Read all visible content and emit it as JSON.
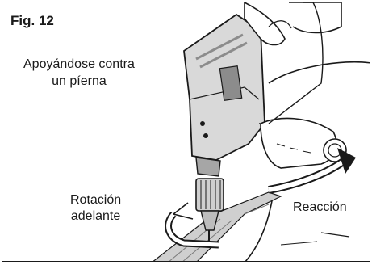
{
  "figure": {
    "title": "Fig. 12",
    "labels": {
      "support_line1": "Apoyándose contra",
      "support_line2": "un píerna",
      "rotation_line1": "Rotación",
      "rotation_line2": "adelante",
      "reaction": "Reacción"
    },
    "illustration": {
      "subject": "hammer drill held against leg",
      "colors": {
        "ink": "#1a1a1a",
        "drill_body": "#d9d9d9",
        "drill_dark": "#8c8c8c",
        "paper": "#ffffff"
      }
    }
  }
}
